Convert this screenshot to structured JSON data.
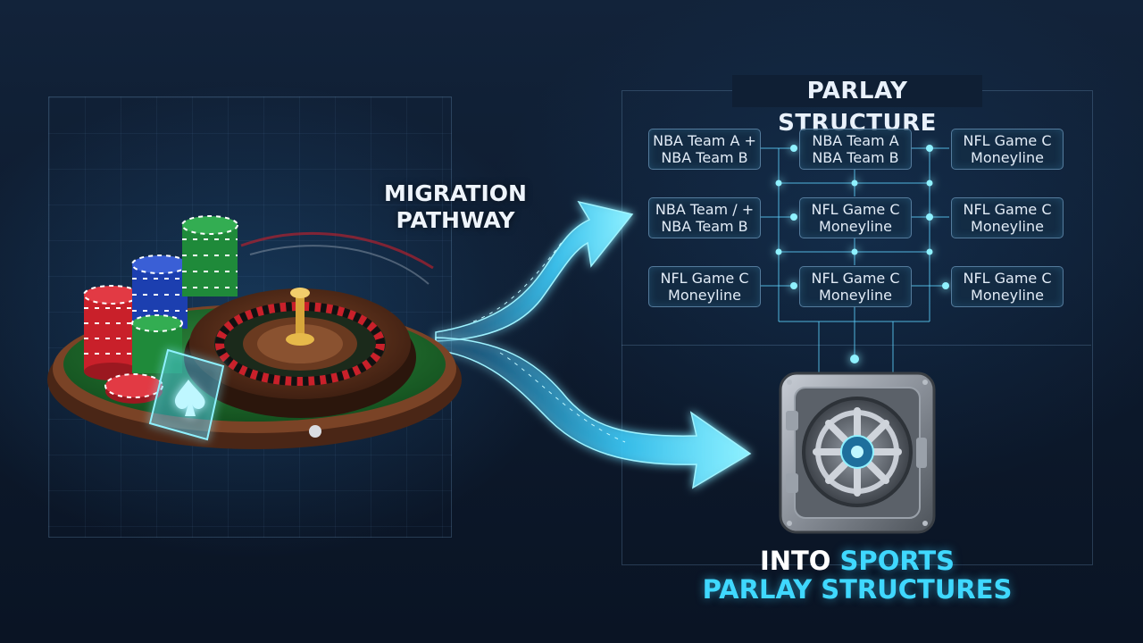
{
  "colors": {
    "background": "#0d1a2d",
    "accent_cyan": "#3fd8ff",
    "felt_green": "#1f6b2e",
    "chip_red": "#c9202a",
    "chip_blue": "#1c3fb0",
    "chip_green": "#1f8a3a",
    "gold": "#d7a63a",
    "vault_steel": "#8a9099"
  },
  "diagram": {
    "structure_title": "PARLAY STRUCTURE",
    "migration_label_line1": "MIGRATION",
    "migration_label_line2": "PATHWAY",
    "legs": [
      {
        "line1": "NBA Team A +",
        "line2": "NBA Team B"
      },
      {
        "line1": "NBA Team A",
        "line2": "NBA Team B"
      },
      {
        "line1": "NFL Game C",
        "line2": "Moneyline"
      },
      {
        "line1": "NBA Team / +",
        "line2": "NBA Team B"
      },
      {
        "line1": "NFL Game C",
        "line2": "Moneyline"
      },
      {
        "line1": "NFL Game C",
        "line2": "Moneyline"
      },
      {
        "line1": "NFL Game C",
        "line2": "Moneyline"
      },
      {
        "line1": "NFL Game C",
        "line2": "Moneyline"
      },
      {
        "line1": "NFL Game C",
        "line2": "Moneyline"
      }
    ],
    "caption": {
      "into": "INTO",
      "sports": "SPORTS",
      "parlay_structures": "PARLAY STRUCTURES"
    },
    "icons": {
      "left_scene": "roulette-table-icon",
      "target": "vault-icon",
      "card": "ace-of-spades-icon",
      "arrows": "glowing-arrow-icon"
    }
  }
}
